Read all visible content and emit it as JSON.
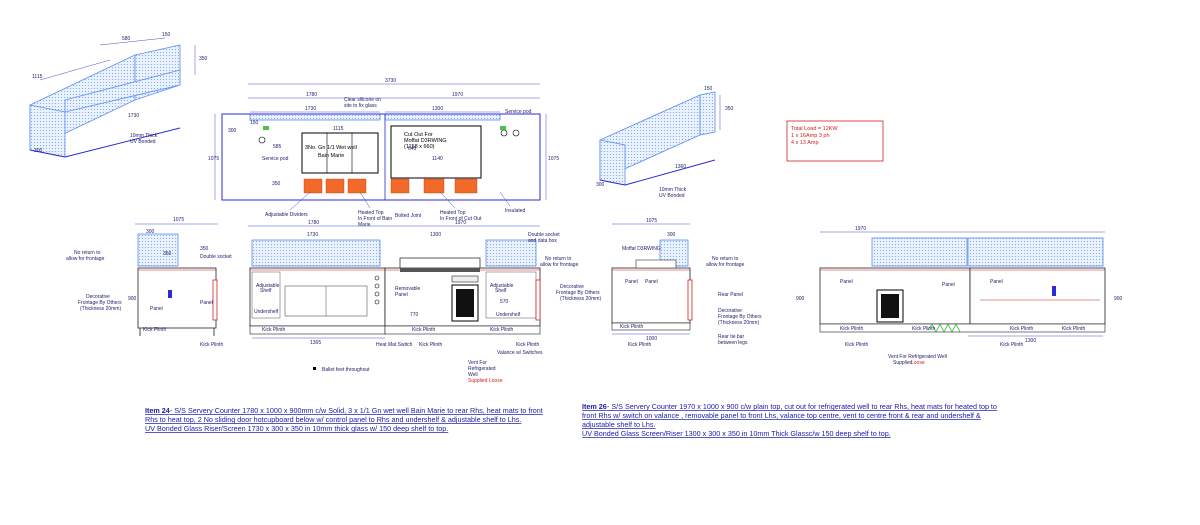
{
  "colors": {
    "line": "#2b2bd8",
    "glass": "#5a8ef0",
    "heat": "#f26a2a",
    "note": "#1a1aa8",
    "alert": "#d02020"
  },
  "iso_left": {
    "dims": [
      "580",
      "150",
      "350",
      "1115",
      "1730",
      "300"
    ],
    "label": [
      "10mm Thick",
      "UV Bonded"
    ]
  },
  "iso_right": {
    "dims": [
      "150",
      "350",
      "1360",
      "300"
    ],
    "label": [
      "10mm Thick",
      "UV Bonded"
    ]
  },
  "plan": {
    "overall": "3730",
    "left_w": "1780",
    "right_w": "1970",
    "left_inner": "1730",
    "right_inner": "1300",
    "left_h": "1075",
    "right_h": "1075",
    "dims_small": [
      "150",
      "300",
      "585",
      "645",
      "1115",
      "1140",
      "350"
    ],
    "labels": {
      "glass_sheet": [
        "Clear silicone on",
        "site to fix glass"
      ],
      "bain_marie": [
        "3No. Gn 1/1 Wet well",
        "Bain Marie"
      ],
      "service_pod_l": "Service pod",
      "service_pod_r": "Service pod",
      "cut_out": [
        "Cut Out For",
        "Moffat D3RWING",
        "(1158 x 660)"
      ],
      "adjustable_dividers": "Adjustable Dividers",
      "heated_top_bain": [
        "Heated Top",
        "In Front of Bain",
        "Marie"
      ],
      "bolted_joint": "Bolted Joint",
      "heated_top_cut": [
        "Heated Top",
        "In Front of Cut Out"
      ],
      "insulated": "Insulated"
    }
  },
  "load_box": [
    "Total Load = 12KW",
    "1 x 16Amp 3 ph",
    "4 x 13 Amp"
  ],
  "elev_left": {
    "dims_top": [
      "1780",
      "1970",
      "1730",
      "1300"
    ],
    "side_dims": [
      "1075",
      "300",
      "350",
      "350",
      "900"
    ],
    "labels": {
      "no_return": [
        "No return to",
        "allow for frontage"
      ],
      "double_socket": "Double socket",
      "double_socket_r": [
        "Double socket",
        "and data box"
      ],
      "no_return_r": [
        "No return to",
        "allow for frontage"
      ],
      "decorative_l": [
        "Decorative",
        "Frontage By Others",
        "(Thickness 20mm)"
      ],
      "decorative_r": [
        "Decorative",
        "Frontage By Others",
        "(Thickness 20mm)"
      ],
      "panel": "Panel",
      "adjustable_shelf": [
        "Adjustable",
        "Shelf"
      ],
      "undershelf": "Undershelf",
      "removable_panel": [
        "Removable",
        "Panel"
      ],
      "kick_plinth": "Kick Plinth",
      "heat_mat_switch": "Heat Mat Switch",
      "vent": [
        "Vent For",
        "Refrigerated",
        "Well"
      ],
      "supplied_loose": "Supplied Loose",
      "valance": "Valance w/ Switches",
      "ballet": "Ballet feet throughout",
      "dims_bottom": [
        "1365",
        "770",
        "570"
      ]
    }
  },
  "elev_mid": {
    "labels": {
      "moffat": "Moffat D3RWING",
      "no_return": [
        "No return to",
        "allow for frontage"
      ],
      "panel": "Panel",
      "rear_panel": "Rear Panel",
      "decorative": [
        "Decorative",
        "Frontage By Others",
        "(Thickness 20mm)"
      ],
      "rear_tie": [
        "Rear tie bar",
        "between legs"
      ],
      "kick_plinth": "Kick Plinth"
    },
    "dims": [
      "1075",
      "300",
      "1000"
    ]
  },
  "elev_right": {
    "dims_top": [
      "1970",
      "1300"
    ],
    "labels": {
      "panel": "Panel",
      "kick_plinth": "Kick Plinth",
      "vent": [
        "Vent For Refrigerated Well",
        "Supplied"
      ],
      "loose": "Loose",
      "side": "900"
    }
  },
  "notes": {
    "item24_title": "Item 24",
    "item24_lines": [
      " - S/S Servery Counter 1780 x 1000 x 900mm c/w Solid, 3 x 1/1 Gn wet well Bain Marie to rear Rhs, heat mats to front",
      "Rhs to heat top, 2 No sliding door hotcupboard below w/ control panel to Rhs and undershelf & adjustable shelf to Lhs.",
      "UV Bonded Glass Riser/Screen 1730 x 300 x 350 in 10mm thick glass w/ 150 deep shelf to top."
    ],
    "item26_title": "Item 26",
    "item26_lines": [
      " - S/S Servery Counter 1970 x 1000 x 900 c/w plain top, cut out for refrigerated well to rear Rhs, heat mats for heated top to",
      "front Rhs w/ switch on valance , removable panel to front Lhs, valance top centre, vent to centre front & rear and undershelf &",
      "adjustable shelf to Lhs.",
      "UV Bonded Glass Screen/Riser 1300 x 300 x 350 in 10mm Thick Glassc/w 150 deep shelf to top."
    ]
  }
}
